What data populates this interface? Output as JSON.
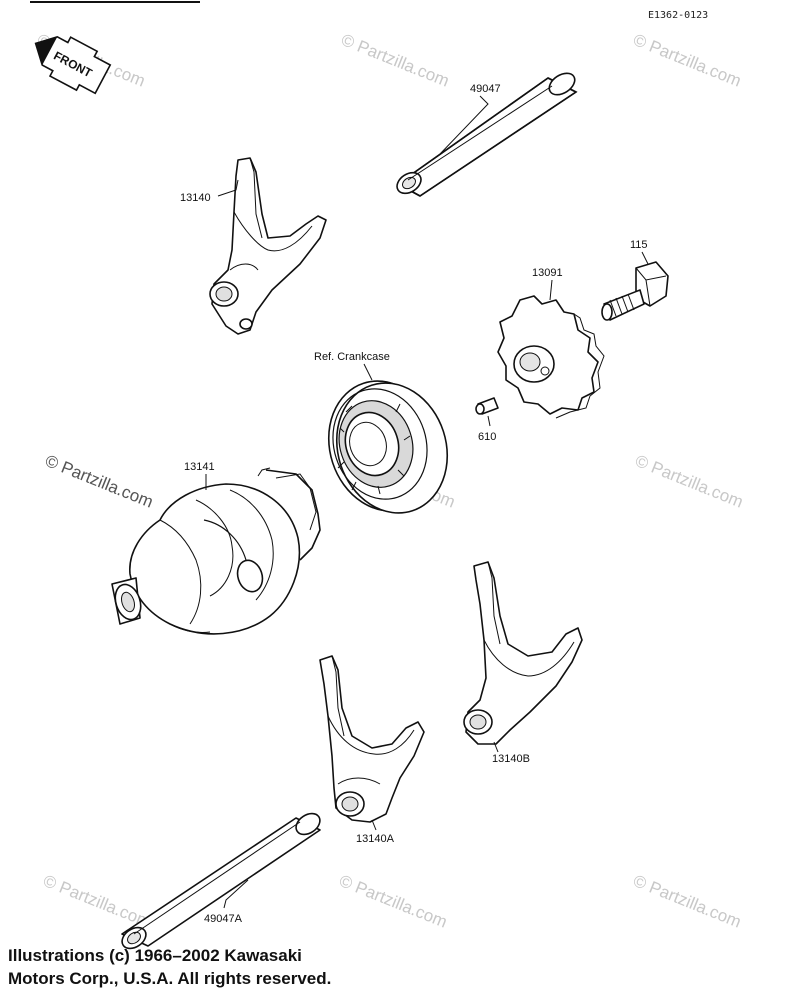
{
  "diagram": {
    "drawing_code": "E1362-0123",
    "front_arrow": "FRONT",
    "labels": {
      "shaft_upper": "49047",
      "fork_upper": "13140",
      "bolt": "115",
      "sprocket": "13091",
      "crankcase_ref": "Ref. Crankcase",
      "pin": "610",
      "drum": "13141",
      "fork_right": "13140B",
      "fork_lower": "13140A",
      "shaft_lower": "49047A"
    },
    "watermark": "© Partzilla.com",
    "copyright_line1": "Illustrations (c) 1966–2002 Kawasaki",
    "copyright_line2": "Motors Corp., U.S.A.  All rights reserved."
  }
}
